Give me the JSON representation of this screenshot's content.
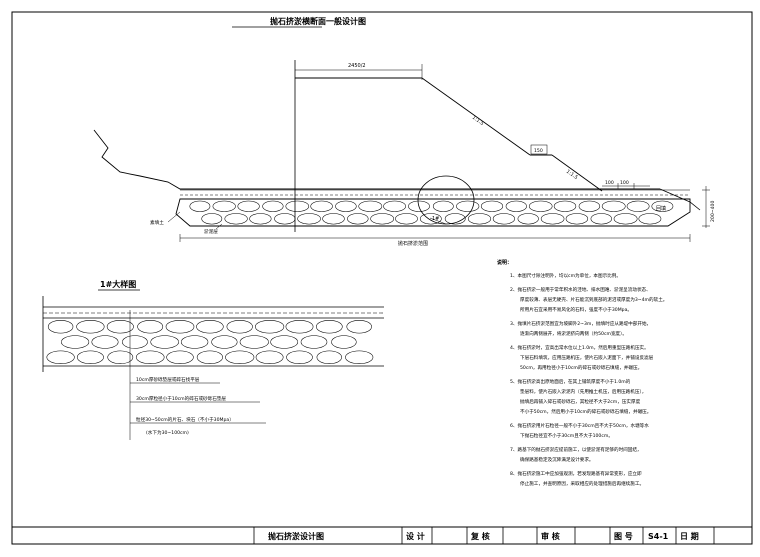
{
  "drawing": {
    "main_title": "抛石挤淤横断面一般设计图",
    "road_width_label": "2450/2",
    "slope_upper": "1:1.5",
    "slope_lower": "1:1.5",
    "berm_width": "150",
    "berm2_a": "100",
    "berm2_b": "100",
    "right_label": "回填",
    "vertical_dim": "200~400",
    "left_label_1": "素填土",
    "left_label_2": "淤泥层",
    "bottom_label": "抛石挤淤范围",
    "detail_mark": "1#"
  },
  "detail": {
    "title": "1#大样图",
    "layer_1": "10cm厚砂砾垫层或碎石找平层",
    "layer_2": "30cm厚粒径小于10cm的碎石或砂砾石垫层",
    "layer_3": "粒径30~50cm的片石、块石（不小于30Mpa）",
    "layer_3_sub": "(水下为30~100cm)"
  },
  "notes": {
    "heading": "说明：",
    "items": [
      {
        "num": "1、",
        "lines": [
          "本图尺寸除注明外，均以cm为单位，本图示比例。"
        ]
      },
      {
        "num": "2、",
        "lines": [
          "抛石挤淤一般用于常年积水的洼地、排水困难、淤泥呈流动状态、",
          "厚度较薄、表层无硬壳、片石能沉到底部的泥沼或厚度为3~4m的软土。",
          "所用片石宜采用不易风化的石料，强度不小于30Mpa。"
        ]
      },
      {
        "num": "3、",
        "lines": [
          "抛填片石挤淤范围宜为坡脚外2~3m，抛填时应从路堤中部开始，",
          "逐渐向两侧展开，将淤泥挤向两侧（约50cm宽度）。"
        ]
      },
      {
        "num": "4、",
        "lines": [
          "抛石挤淤时，宜高出常水位以上1.0m，然后用重型压路机压实。",
          "下层石料填筑，应用压路机压，使片石嵌入泥面下，并铺设反滤层",
          "50cm，再用粒径小于10cm的碎石或砂砾石填缝，并碾压。"
        ]
      },
      {
        "num": "5、",
        "lines": [
          "抛石挤淤高出原地面后，在其上铺筑厚度不小于1.0m的",
          "垫层料，使片石嵌入淤泥内（先用推土机压，后用压路机压），",
          "抛填后再铺入碎石或砂砾石，其粒径不大于2cm，压实厚度",
          "不小于50cm，然后用小于10cm的碎石或砂砾石填缝，并碾压。"
        ]
      },
      {
        "num": "6、",
        "lines": [
          "抛石挤淤用片石粒径一般不小于30cm且不大于50cm，水塘等水",
          "下抛石粒径宜不小于30cm且不大于100cm。"
        ]
      },
      {
        "num": "7、",
        "lines": [
          "路基下的抛石挤淤应提前施工，以使淤泥有足够的时间固结，",
          "确保路基稳定及沉降满足设计要求。"
        ]
      },
      {
        "num": "8、",
        "lines": [
          "抛石挤淤施工中应加强观测，若发现路基有异常变形，应立即",
          "停止施工，并查明原因，采取相应的处理措施后再继续施工。"
        ]
      }
    ]
  },
  "title_block": {
    "name": "抛石挤淤设计图",
    "design": "设 计",
    "review": "复 核",
    "audit": "审 核",
    "drawing_no_label": "图 号",
    "drawing_no": "S4-1",
    "date_label": "日 期"
  }
}
